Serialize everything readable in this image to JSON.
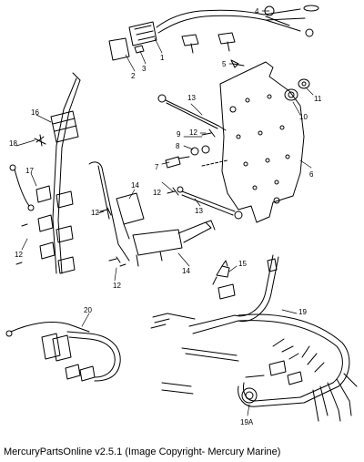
{
  "caption": "MercuryPartsOnline v2.5.1 (Image Copyright- Mercury Marine)",
  "callouts": {
    "c1": "1",
    "c2": "2",
    "c3": "3",
    "c4": "4",
    "c5": "5",
    "c6": "6",
    "c7": "7",
    "c8": "8",
    "c9": "9",
    "c10": "10",
    "c11": "11",
    "c12a": "12",
    "c12b": "12",
    "c12c": "12",
    "c12d": "12",
    "c12e": "12",
    "c13a": "13",
    "c13b": "13",
    "c14a": "14",
    "c14b": "14",
    "c15": "15",
    "c16": "16",
    "c17": "17",
    "c18": "18",
    "c19": "19",
    "c19a": "19A",
    "c20": "20"
  }
}
